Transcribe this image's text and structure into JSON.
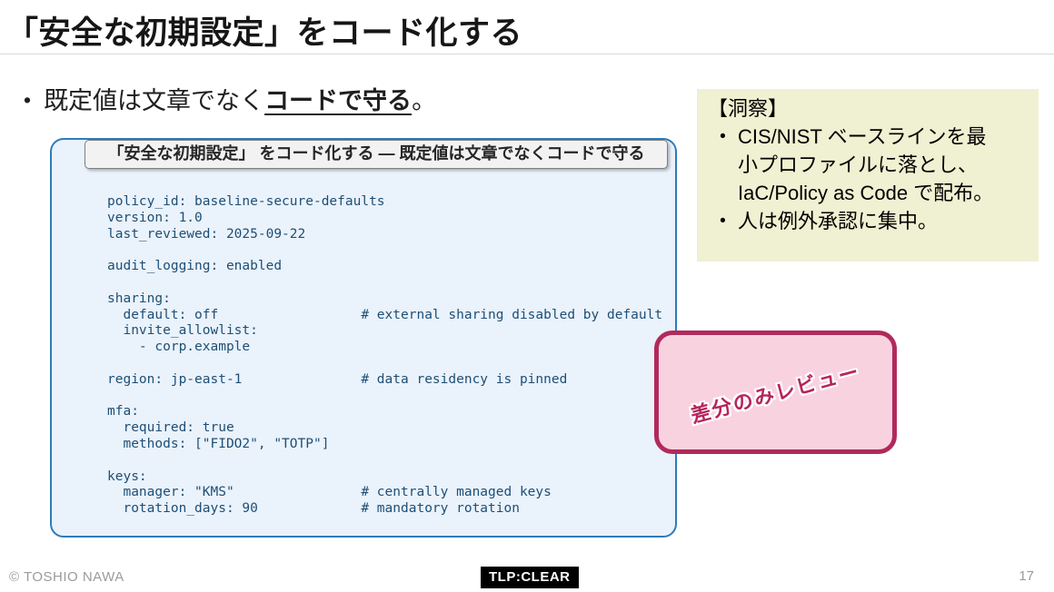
{
  "slide": {
    "title": "「安全な初期設定」をコード化する",
    "page_number": "17"
  },
  "lead_bullet": {
    "marker": "•",
    "prefix": "既定値は文章でなく",
    "emphasis": "コードで守る",
    "suffix": "。"
  },
  "code_panel": {
    "header": "「安全な初期設定」 をコード化する — 既定値は文章でなくコードで守る",
    "code_lines": [
      "policy_id: baseline-secure-defaults",
      "version: 1.0",
      "last_reviewed: 2025-09-22",
      "",
      "audit_logging: enabled",
      "",
      "sharing:",
      "  default: off                  # external sharing disabled by default",
      "  invite_allowlist:",
      "    - corp.example",
      "",
      "region: jp-east-1               # data residency is pinned",
      "",
      "mfa:",
      "  required: true",
      "  methods: [\"FIDO2\", \"TOTP\"]",
      "",
      "keys:",
      "  manager: \"KMS\"                # centrally managed keys",
      "  rotation_days: 90             # mandatory rotation"
    ],
    "colors": {
      "panel_background": "#eaf2fb",
      "panel_border": "#2e7cb8",
      "code_text": "#1d4f76"
    }
  },
  "insight": {
    "heading": "【洞察】",
    "bullets": [
      {
        "marker": "•",
        "lines": [
          "CIS/NIST ベースラインを最",
          "小プロファイルに落とし、",
          "IaC/Policy as Code で配布。"
        ]
      },
      {
        "marker": "•",
        "lines": [
          "人は例外承認に集中。"
        ]
      }
    ],
    "background_color": "#f0f0d2"
  },
  "sticker": {
    "label": "差分のみレビュー",
    "fill_color": "#f9d2e0",
    "border_color": "#b02a5c",
    "text_color": "#b5255c"
  },
  "footer": {
    "copyright": "© TOSHIO NAWA",
    "tlp_badge": "TLP:CLEAR"
  }
}
